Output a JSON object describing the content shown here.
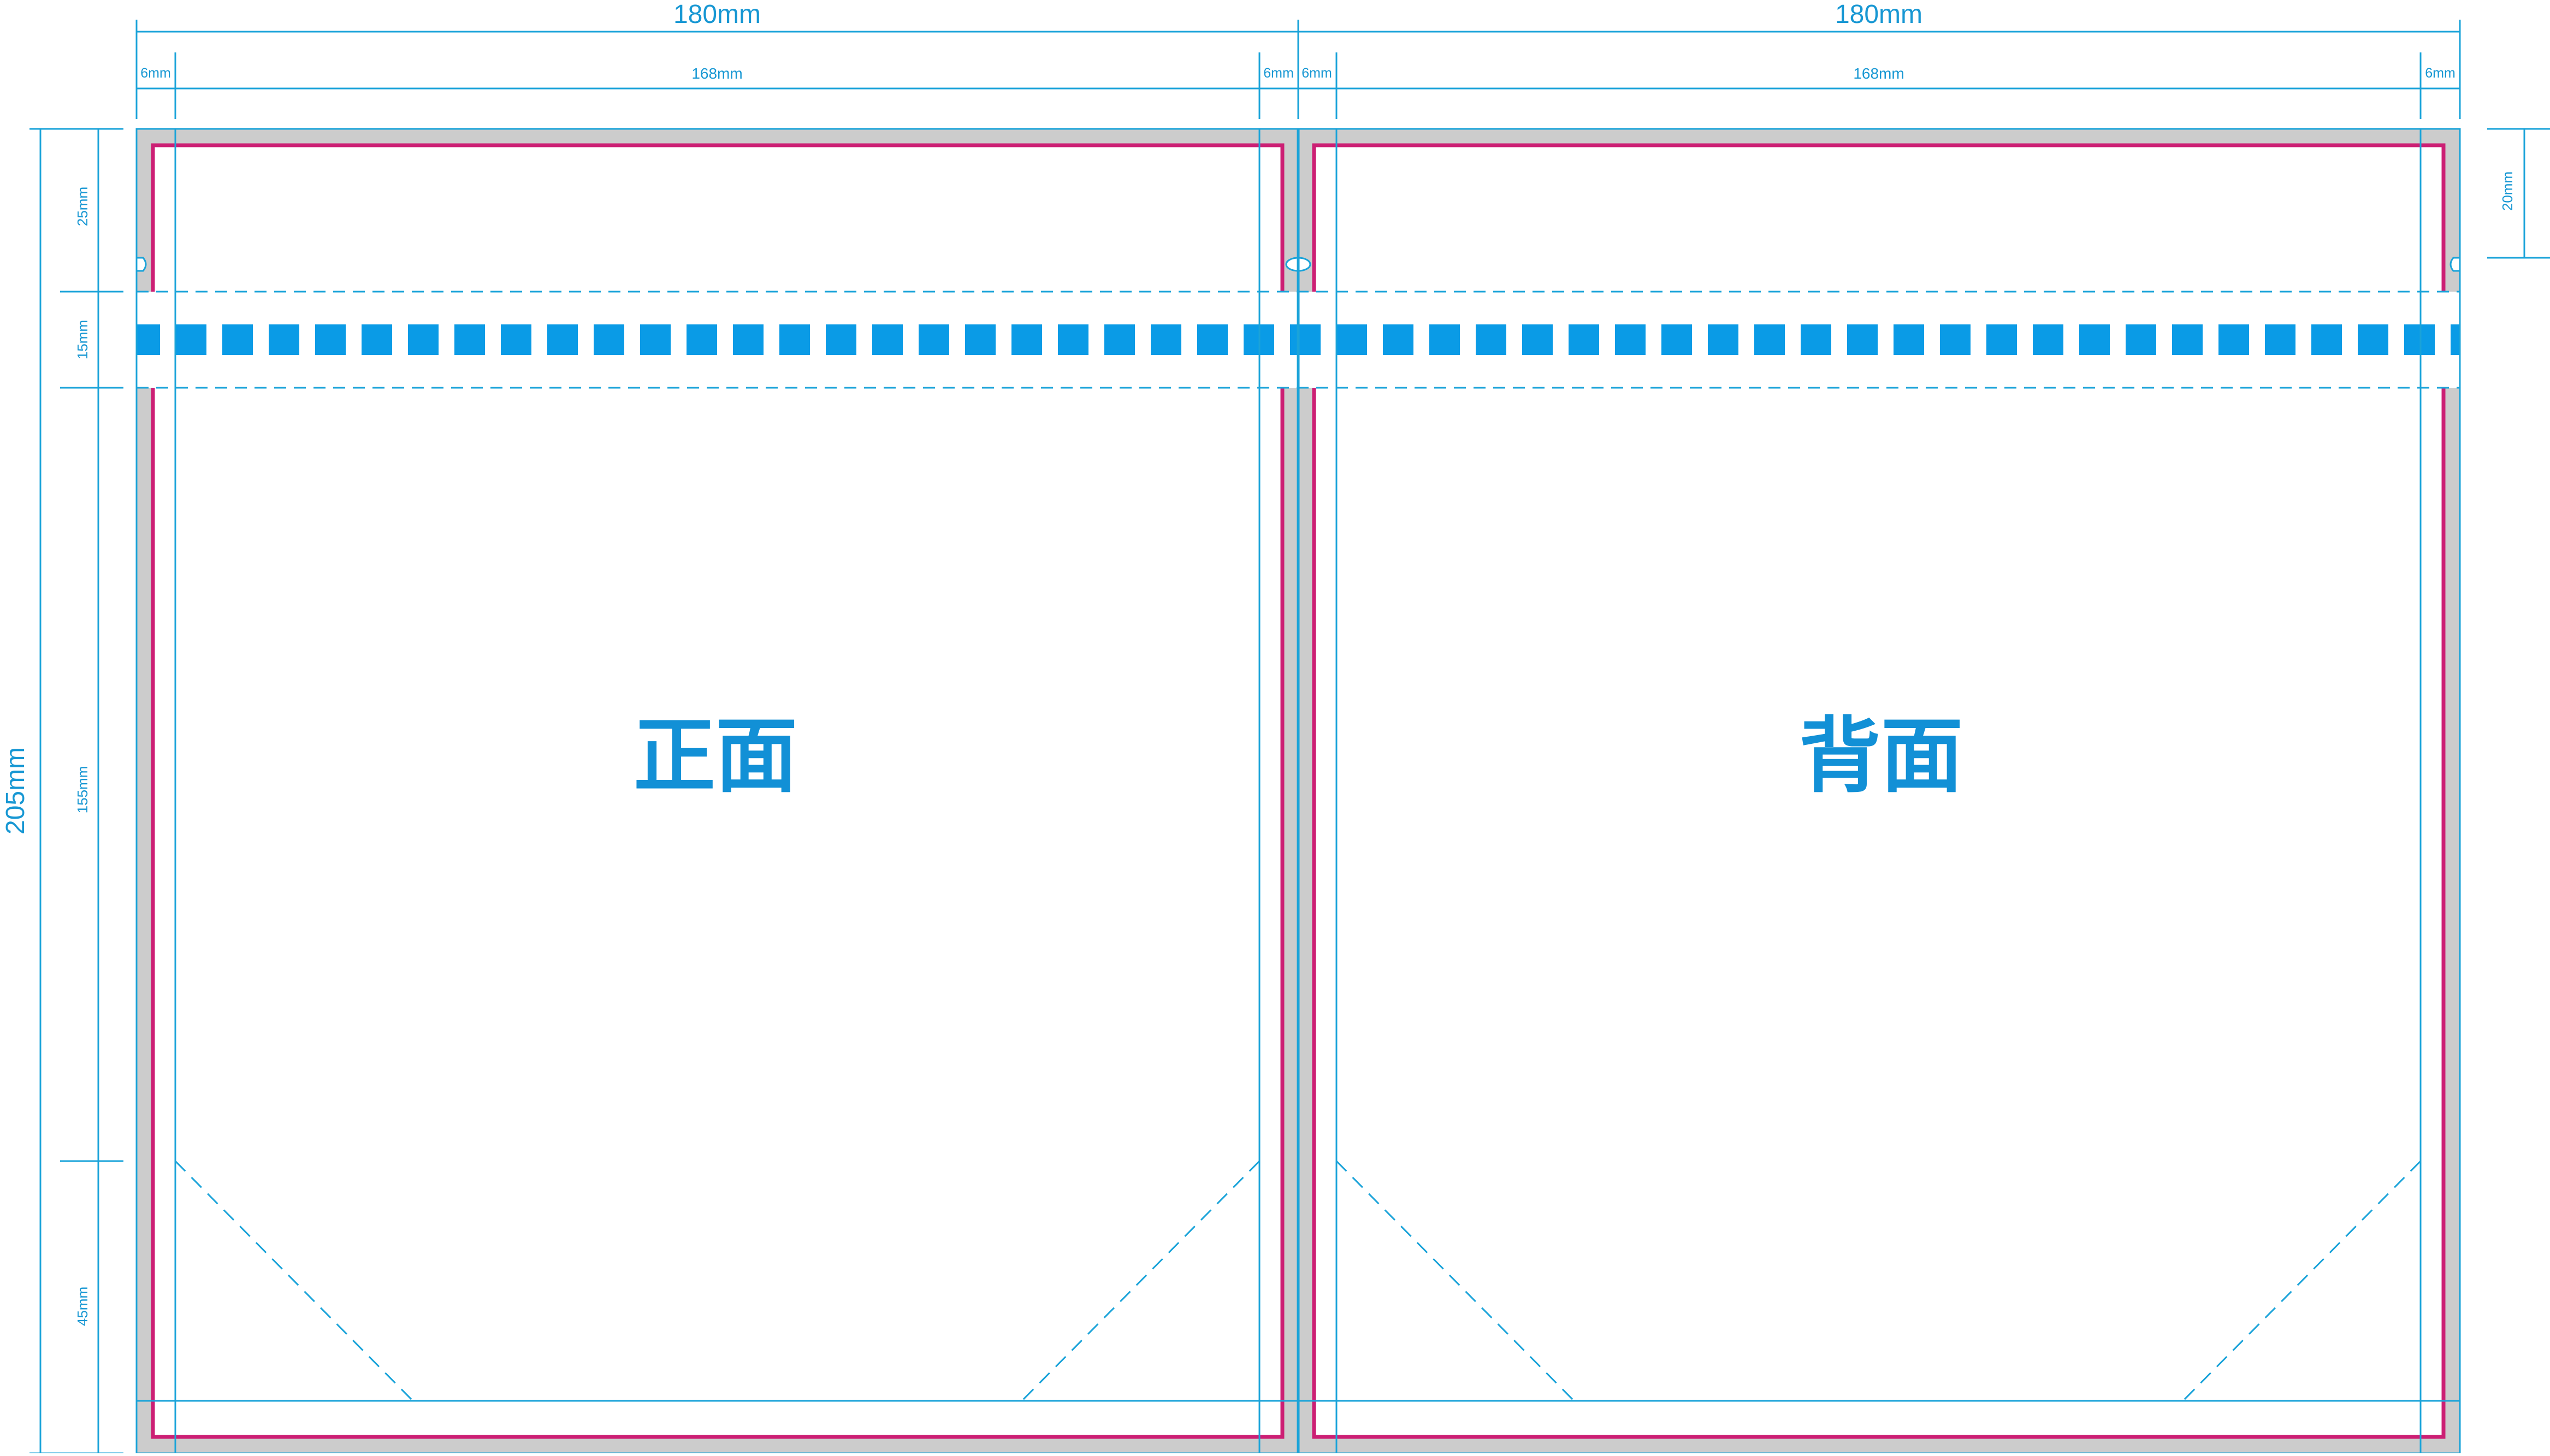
{
  "colors": {
    "guide": "#1aa3d9",
    "cut_line": "#cc1f74",
    "bleed": "#cccccc",
    "perforation": "#0a9be6",
    "title": "#1290d6"
  },
  "dimensions": {
    "front_width": "180mm",
    "back_width": "180mm",
    "front_left_margin": "6mm",
    "front_inner_width": "168mm",
    "front_right_margin": "6mm",
    "back_left_margin": "6mm",
    "back_inner_width": "168mm",
    "back_right_margin": "6mm",
    "total_height": "205mm",
    "top_section": "25mm",
    "perforation_band": "15mm",
    "body_section": "155mm",
    "bottom_section": "45mm",
    "right_top": "20mm"
  },
  "panels": {
    "front_label": "正面",
    "back_label": "背面"
  }
}
